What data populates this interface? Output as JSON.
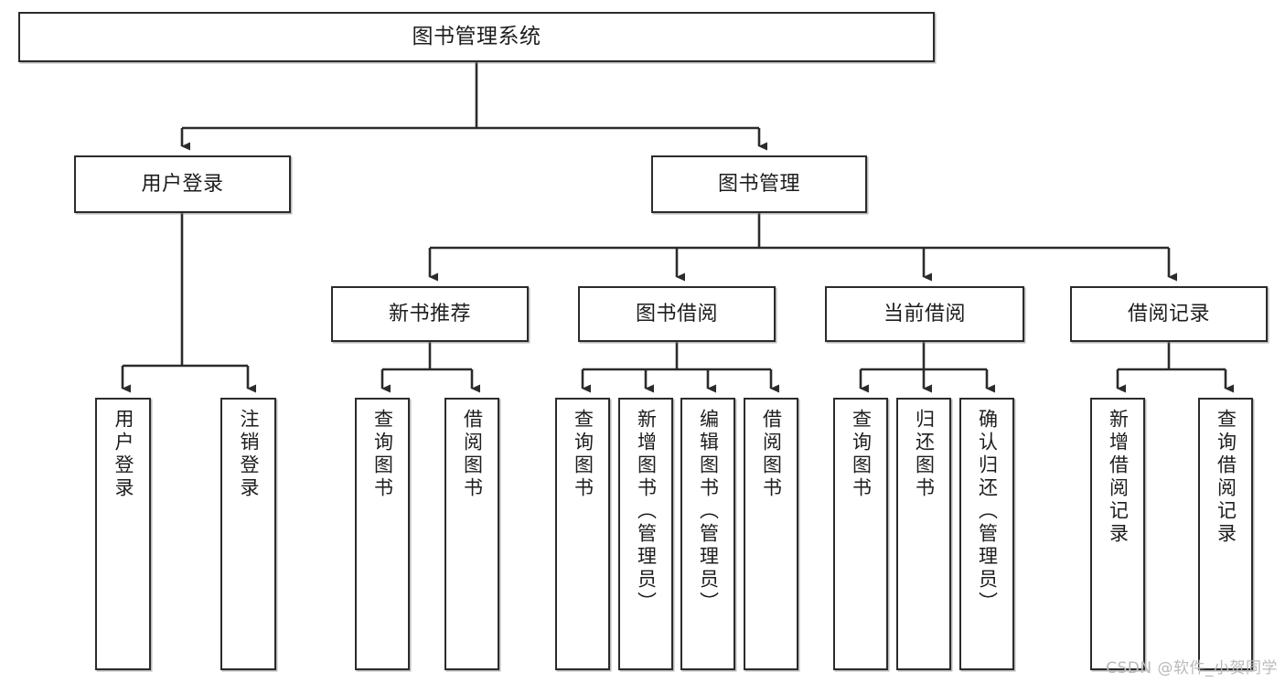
{
  "diagram": {
    "title": "图书管理系统",
    "type": "tree-hierarchy",
    "watermark": "CSDN @软件_小贺同学",
    "colors": {
      "box_border": "#2b2b2b",
      "box_fill": "#ffffff",
      "edge": "#2b2b2b",
      "text": "#1d1d1d",
      "watermark": "#b9b9b9"
    },
    "nodes": {
      "root": {
        "label": "图书管理系统"
      },
      "level2": [
        {
          "label": "用户登录"
        },
        {
          "label": "图书管理"
        }
      ],
      "level3": [
        {
          "label": "新书推荐"
        },
        {
          "label": "图书借阅"
        },
        {
          "label": "当前借阅"
        },
        {
          "label": "借阅记录"
        }
      ],
      "leaves": [
        {
          "label": "用户登录"
        },
        {
          "label": "注销登录"
        },
        {
          "label": "查询图书"
        },
        {
          "label": "借阅图书"
        },
        {
          "label": "查询图书"
        },
        {
          "label": "新增图书（管理员）"
        },
        {
          "label": "编辑图书（管理员）"
        },
        {
          "label": "借阅图书"
        },
        {
          "label": "查询图书"
        },
        {
          "label": "归还图书"
        },
        {
          "label": "确认归还（管理员）"
        },
        {
          "label": "新增借阅记录"
        },
        {
          "label": "查询借阅记录"
        }
      ]
    }
  }
}
